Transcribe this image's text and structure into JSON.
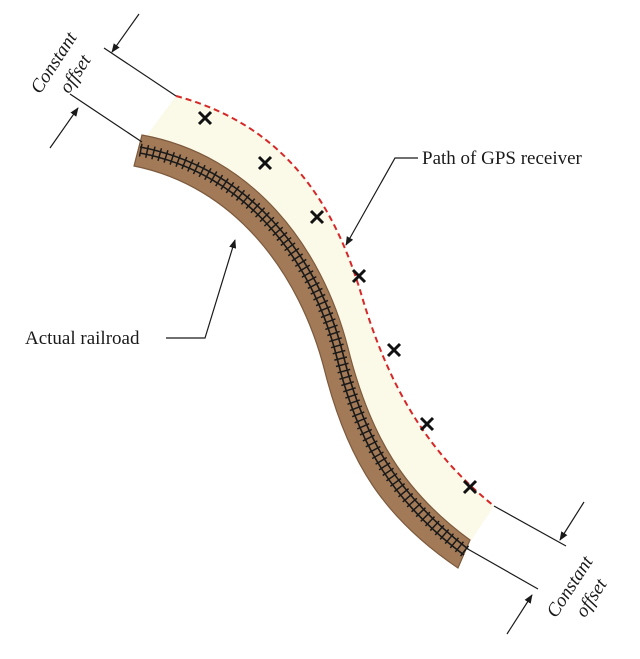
{
  "labels": {
    "gps_path": "Path of GPS receiver",
    "railroad": "Actual railroad",
    "offset_top": {
      "line1": "Constant",
      "line2": "offset"
    },
    "offset_bottom": {
      "line1": "Constant",
      "line2": "offset"
    }
  },
  "colors": {
    "offset_band": "#fbf9e8",
    "embankment": "#a27a57",
    "embankment_shadow": "#7c5a3d",
    "rail": "#1a1a1a",
    "gps_path": "#d62828",
    "marker": "#111111",
    "leader": "#1a1a1a"
  },
  "gps_markers": {
    "count": 7,
    "symbol": "cross"
  }
}
